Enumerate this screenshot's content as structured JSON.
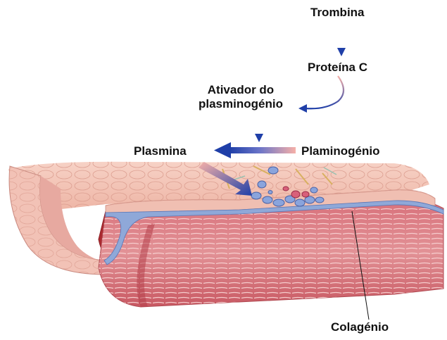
{
  "labels": {
    "trombina": "Trombina",
    "proteina_c": "Proteína C",
    "ativador_line1": "Ativador do",
    "ativador_line2": "plasminogénio",
    "plasmina": "Plasmina",
    "plaminogenio": "Plaminogénio",
    "colagenio": "Colagénio"
  },
  "colors": {
    "arrow_blue": "#1f3fa8",
    "arrow_pink": "#f2a3a3",
    "tissue_pink": "#f2c0b4",
    "muscle_red": "#c8505a",
    "basement_blue": "#8fa8d8"
  }
}
